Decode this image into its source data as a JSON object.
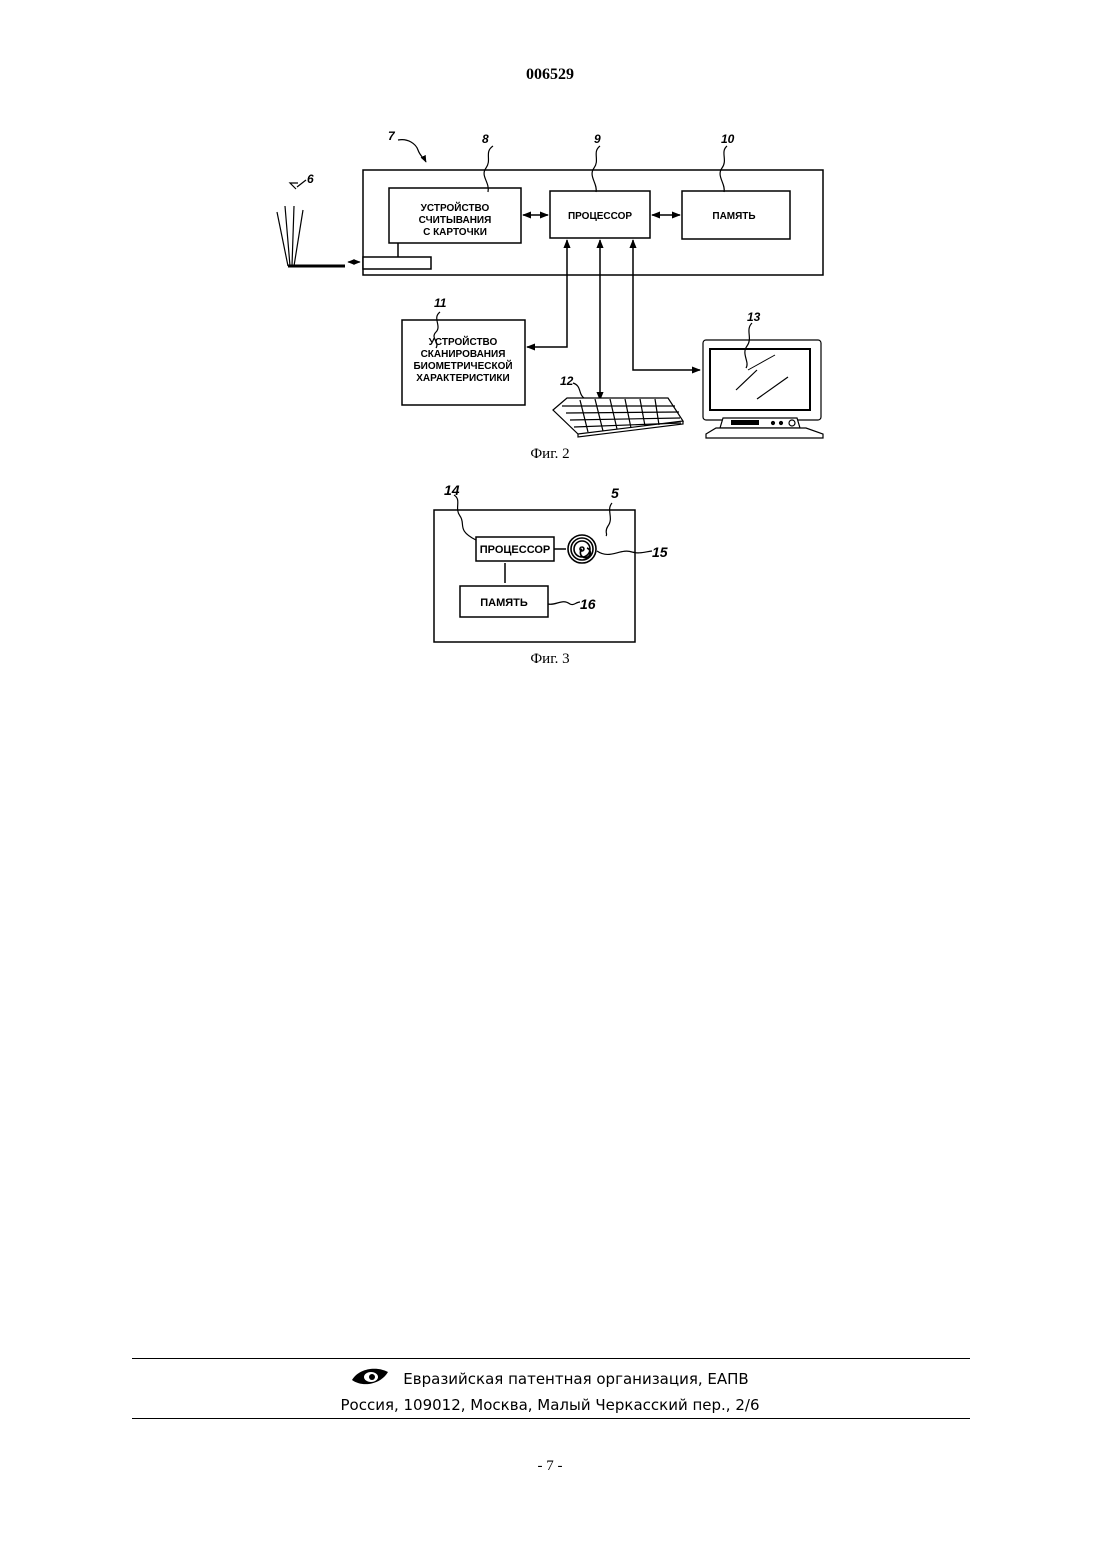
{
  "header": {
    "doc_number": "006529"
  },
  "figure2": {
    "caption": "Фиг. 2",
    "refs": {
      "r6": "6",
      "r7": "7",
      "r8": "8",
      "r9": "9",
      "r10": "10",
      "r11": "11",
      "r12": "12",
      "r13": "13"
    },
    "card_reader": {
      "line1": "УСТРОЙСТВО",
      "line2": "СЧИТЫВАНИЯ",
      "line3": "С КАРТОЧКИ"
    },
    "processor": {
      "label": "ПРОЦЕССОР"
    },
    "memory": {
      "label": "ПАМЯТЬ"
    },
    "biometric_scanner": {
      "line1": "УСТРОЙСТВО",
      "line2": "СКАНИРОВАНИЯ",
      "line3": "БИОМЕТРИЧЕСКОЙ",
      "line4": "ХАРАКТЕРИСТИКИ"
    }
  },
  "figure3": {
    "caption": "Фиг. 3",
    "refs": {
      "r5": "5",
      "r14": "14",
      "r15": "15",
      "r16": "16"
    },
    "processor": {
      "label": "ПРОЦЕССОР"
    },
    "memory": {
      "label": "ПАМЯТЬ"
    }
  },
  "footer": {
    "organization": "Евразийская патентная организация, ЕАПВ",
    "address": "Россия, 109012, Москва, Малый Черкасский пер., 2/6"
  },
  "page_number": "- 7 -"
}
